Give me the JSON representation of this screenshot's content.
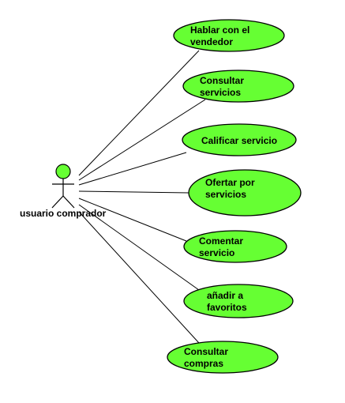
{
  "diagram": {
    "actor": {
      "label": "usuario comprador",
      "color": "#66ff33"
    },
    "usecase_fill": "#66ff33",
    "use_cases": [
      {
        "label": [
          "Hablar con el",
          "vendedor"
        ]
      },
      {
        "label": [
          "Consultar",
          "servicios"
        ]
      },
      {
        "label": [
          "Calificar servicio"
        ]
      },
      {
        "label": [
          "Ofertar por",
          "servicios"
        ]
      },
      {
        "label": [
          "Comentar",
          "servicio"
        ]
      },
      {
        "label": [
          "añadir a",
          "favoritos"
        ]
      },
      {
        "label": [
          "Consultar",
          "compras"
        ]
      }
    ]
  }
}
